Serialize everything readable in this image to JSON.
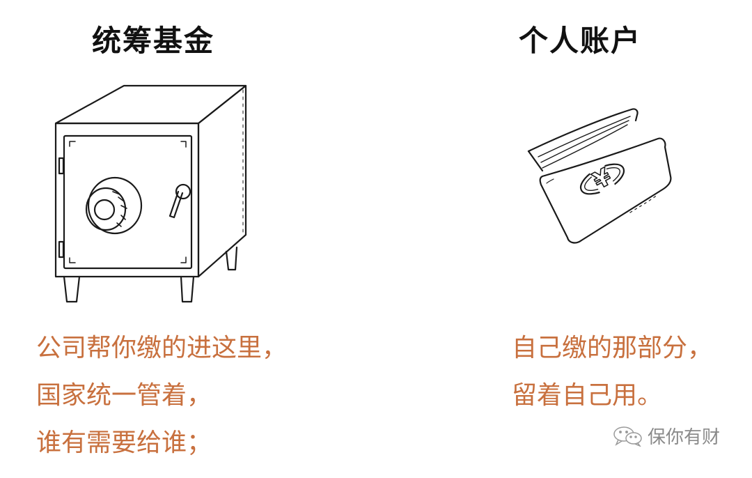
{
  "left_column": {
    "title": "统筹基金",
    "illustration": "safe-icon",
    "caption_lines": [
      "公司帮你缴的进这里，",
      "国家统一管着，",
      "谁有需要给谁；"
    ]
  },
  "right_column": {
    "title": "个人账户",
    "illustration": "wallet-icon",
    "illustration_symbol": "¥",
    "caption_lines": [
      "自己缴的那部分，",
      "留着自己用。"
    ]
  },
  "watermark": {
    "icon": "wechat-icon",
    "text": "保你有财"
  },
  "colors": {
    "title": "#111111",
    "caption": "#c8703e",
    "watermark": "#8a8a8a",
    "background": "#ffffff",
    "line_art": "#1a1a1a"
  }
}
